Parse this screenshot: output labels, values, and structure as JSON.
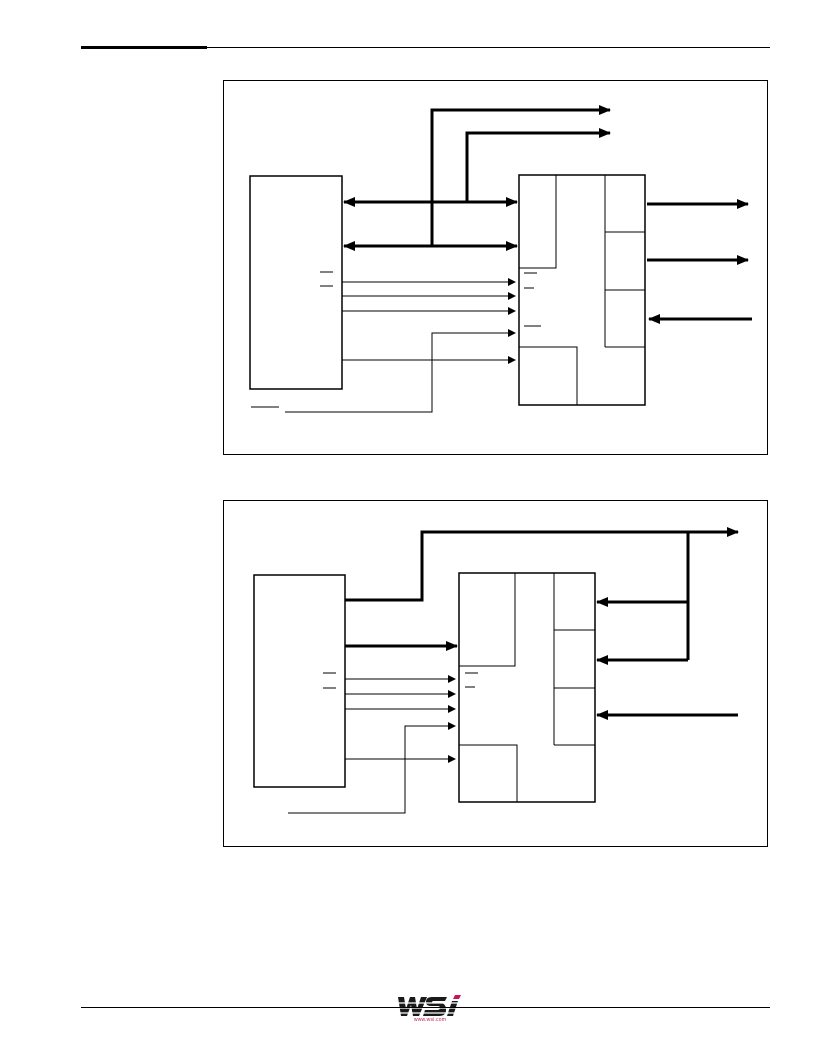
{
  "page": {
    "logo_name": "wsi-logo",
    "footer_small_text": "www.wsi.com"
  },
  "colors": {
    "ink": "#000000",
    "logo_primary": "#1a1a1a",
    "logo_accent": "#c2185b"
  },
  "figures": [
    {
      "id": "figure-1",
      "blocks": [
        "processor-block",
        "memory-module-block"
      ],
      "buses": [
        "data-bus",
        "address-bus"
      ]
    },
    {
      "id": "figure-2",
      "blocks": [
        "processor-block",
        "memory-module-block"
      ],
      "buses": [
        "shared-bus"
      ]
    }
  ]
}
